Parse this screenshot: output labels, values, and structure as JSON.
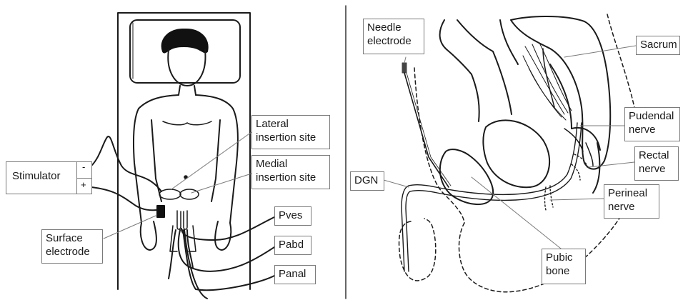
{
  "figure": {
    "left_panel": {
      "labels": {
        "stimulator": "Stimulator",
        "minus": "-",
        "plus": "+",
        "lateral_site": "Lateral\ninsertion site",
        "medial_site": "Medial\ninsertion site",
        "surface_electrode": "Surface\nelectrode",
        "pves": "Pves",
        "pabd": "Pabd",
        "panal": "Panal"
      }
    },
    "right_panel": {
      "labels": {
        "needle_electrode": "Needle\nelectrode",
        "dgn": "DGN",
        "sacrum": "Sacrum",
        "pudendal_nerve": "Pudendal\nnerve",
        "rectal_nerve": "Rectal\nnerve",
        "perineal_nerve": "Perineal\nnerve",
        "pubic_bone": "Pubic\nbone"
      }
    },
    "colors": {
      "line": "#1a1a1a",
      "label_border": "#7a7a7a",
      "hair": "#111111",
      "nerve_fill": "#ffffff",
      "background": "#ffffff"
    }
  }
}
